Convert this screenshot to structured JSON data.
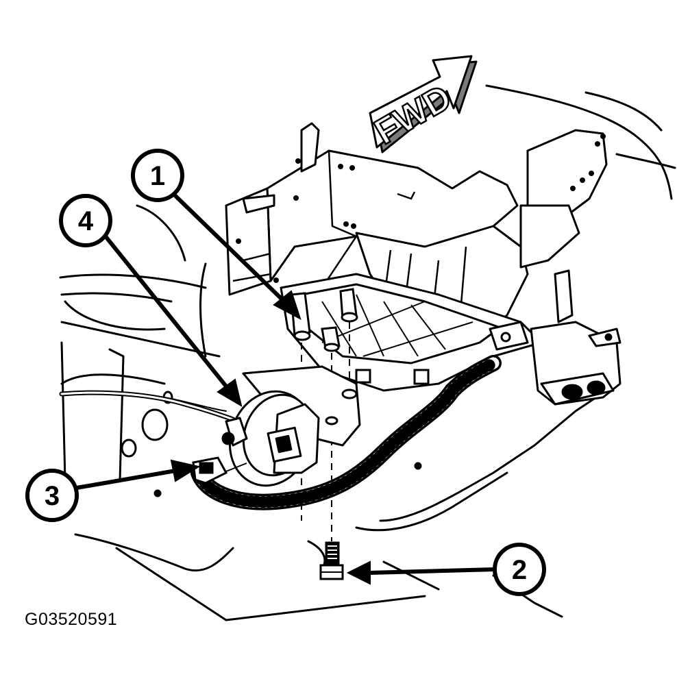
{
  "diagram": {
    "direction_label": "FWD",
    "callouts": {
      "c1": "1",
      "c2": "2",
      "c3": "3",
      "c4": "4"
    },
    "figure_id": "G03520591"
  },
  "colors": {
    "ink": "#000000",
    "paper": "#ffffff",
    "shade": "#7a7a7a"
  }
}
